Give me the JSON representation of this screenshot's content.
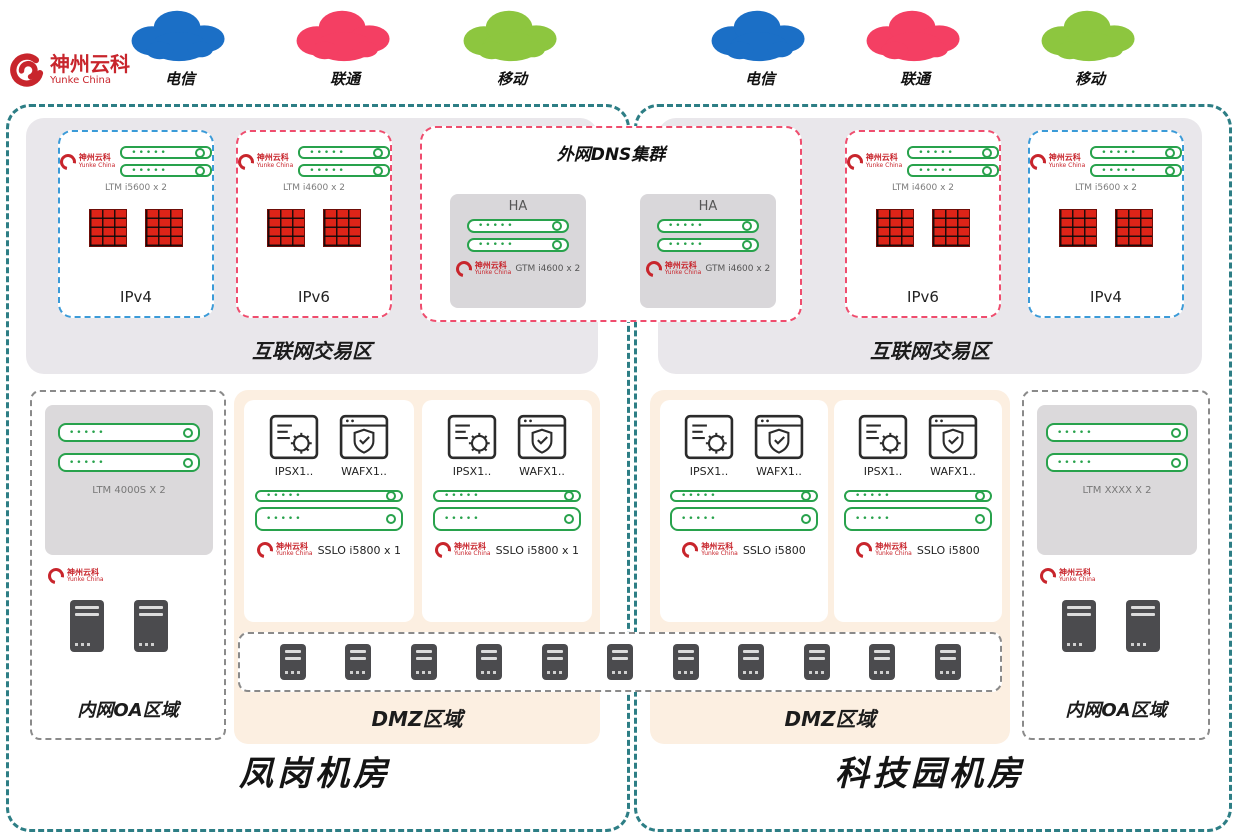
{
  "logo": {
    "name": "神州云科",
    "sub": "Yunke China",
    "color": "#c8252c"
  },
  "isp_clouds": [
    {
      "label": "电信",
      "color": "#1b6fc6"
    },
    {
      "label": "联通",
      "color": "#f43f63"
    },
    {
      "label": "移动",
      "color": "#8dc63f"
    },
    {
      "label": "电信",
      "color": "#1b6fc6"
    },
    {
      "label": "联通",
      "color": "#f43f63"
    },
    {
      "label": "移动",
      "color": "#8dc63f"
    }
  ],
  "dns_cluster": {
    "title": "外网DNS集群",
    "nodes": [
      {
        "ha": "HA",
        "device": "GTM i4600 x 2"
      },
      {
        "ha": "HA",
        "device": "GTM i4600 x 2"
      }
    ]
  },
  "datacenter_left": {
    "name": "凤岗机房",
    "internet_zone_label": "互联网交易区",
    "ipv4": {
      "label": "IPv4",
      "device": "LTM i5600 x 2"
    },
    "ipv6": {
      "label": "IPv6",
      "device": "LTM i4600 x 2"
    },
    "oa_zone": {
      "label": "内网OA区域",
      "device": "LTM 4000S X 2"
    },
    "dmz": {
      "label": "DMZ区域",
      "groups": [
        {
          "ips_label": "IPSX1..",
          "waf_label": "WAFX1..",
          "sslo_label": "SSLO i5800 x 1"
        },
        {
          "ips_label": "IPSX1..",
          "waf_label": "WAFX1..",
          "sslo_label": "SSLO i5800 x 1"
        }
      ]
    }
  },
  "datacenter_right": {
    "name": "科技园机房",
    "internet_zone_label": "互联网交易区",
    "ipv6": {
      "label": "IPv6",
      "device": "LTM i4600 x 2"
    },
    "ipv4": {
      "label": "IPv4",
      "device": "LTM i5600 x 2"
    },
    "oa_zone": {
      "label": "内网OA区域",
      "device": "LTM XXXX X 2"
    },
    "dmz": {
      "label": "DMZ区域",
      "groups": [
        {
          "ips_label": "IPSX1..",
          "waf_label": "WAFX1..",
          "sslo_label": "SSLO i5800"
        },
        {
          "ips_label": "IPSX1..",
          "waf_label": "WAFX1..",
          "sslo_label": "SSLO i5800"
        }
      ]
    }
  },
  "dmz_server_strip": {
    "server_count": 11
  },
  "colors": {
    "datacenter_border": "#2d7e85",
    "internet_zone_bg": "#e9e7eb",
    "dmz_bg": "#fcefe1",
    "ipv4_border": "#3b9bd8",
    "ipv6_border": "#ef4d6e",
    "appliance_green": "#28a24c",
    "firewall_red": "#dd2418"
  }
}
